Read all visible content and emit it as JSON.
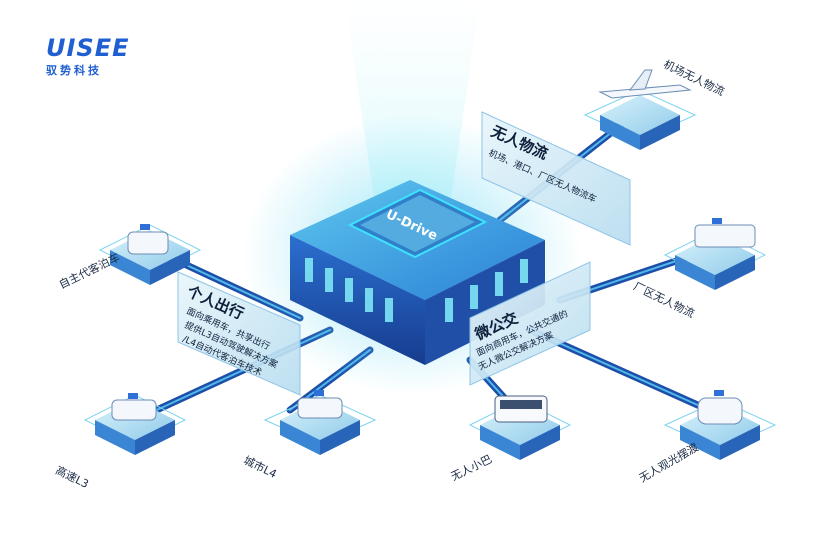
{
  "logo": {
    "mark": "UISEE",
    "subtitle": "驭势科技"
  },
  "chip": {
    "label": "U-Drive"
  },
  "panels": {
    "personal": {
      "title": "个人出行",
      "lines": [
        "面向乘用车，共享出行",
        "提供L3自动驾驶解决方案",
        "/L4自动代客泊车技术"
      ]
    },
    "logistics": {
      "title": "无人物流",
      "lines": [
        "机场、港口、厂区无人物流车"
      ]
    },
    "microbus": {
      "title": "微公交",
      "lines": [
        "面向商用车，公共交通的",
        "无人微公交解决方案"
      ]
    }
  },
  "nodes": {
    "valet": "自主代客泊车",
    "highway": "高速L3",
    "city": "城市L4",
    "minibus": "无人小巴",
    "tour": "无人观光摆渡",
    "factory": "厂区无人物流",
    "airport": "机场无人物流"
  },
  "colors": {
    "brand": "#1f5fd1",
    "accent": "#2fa8e0",
    "glow": "#7fe6f5",
    "dark": "#1d3f8f"
  }
}
